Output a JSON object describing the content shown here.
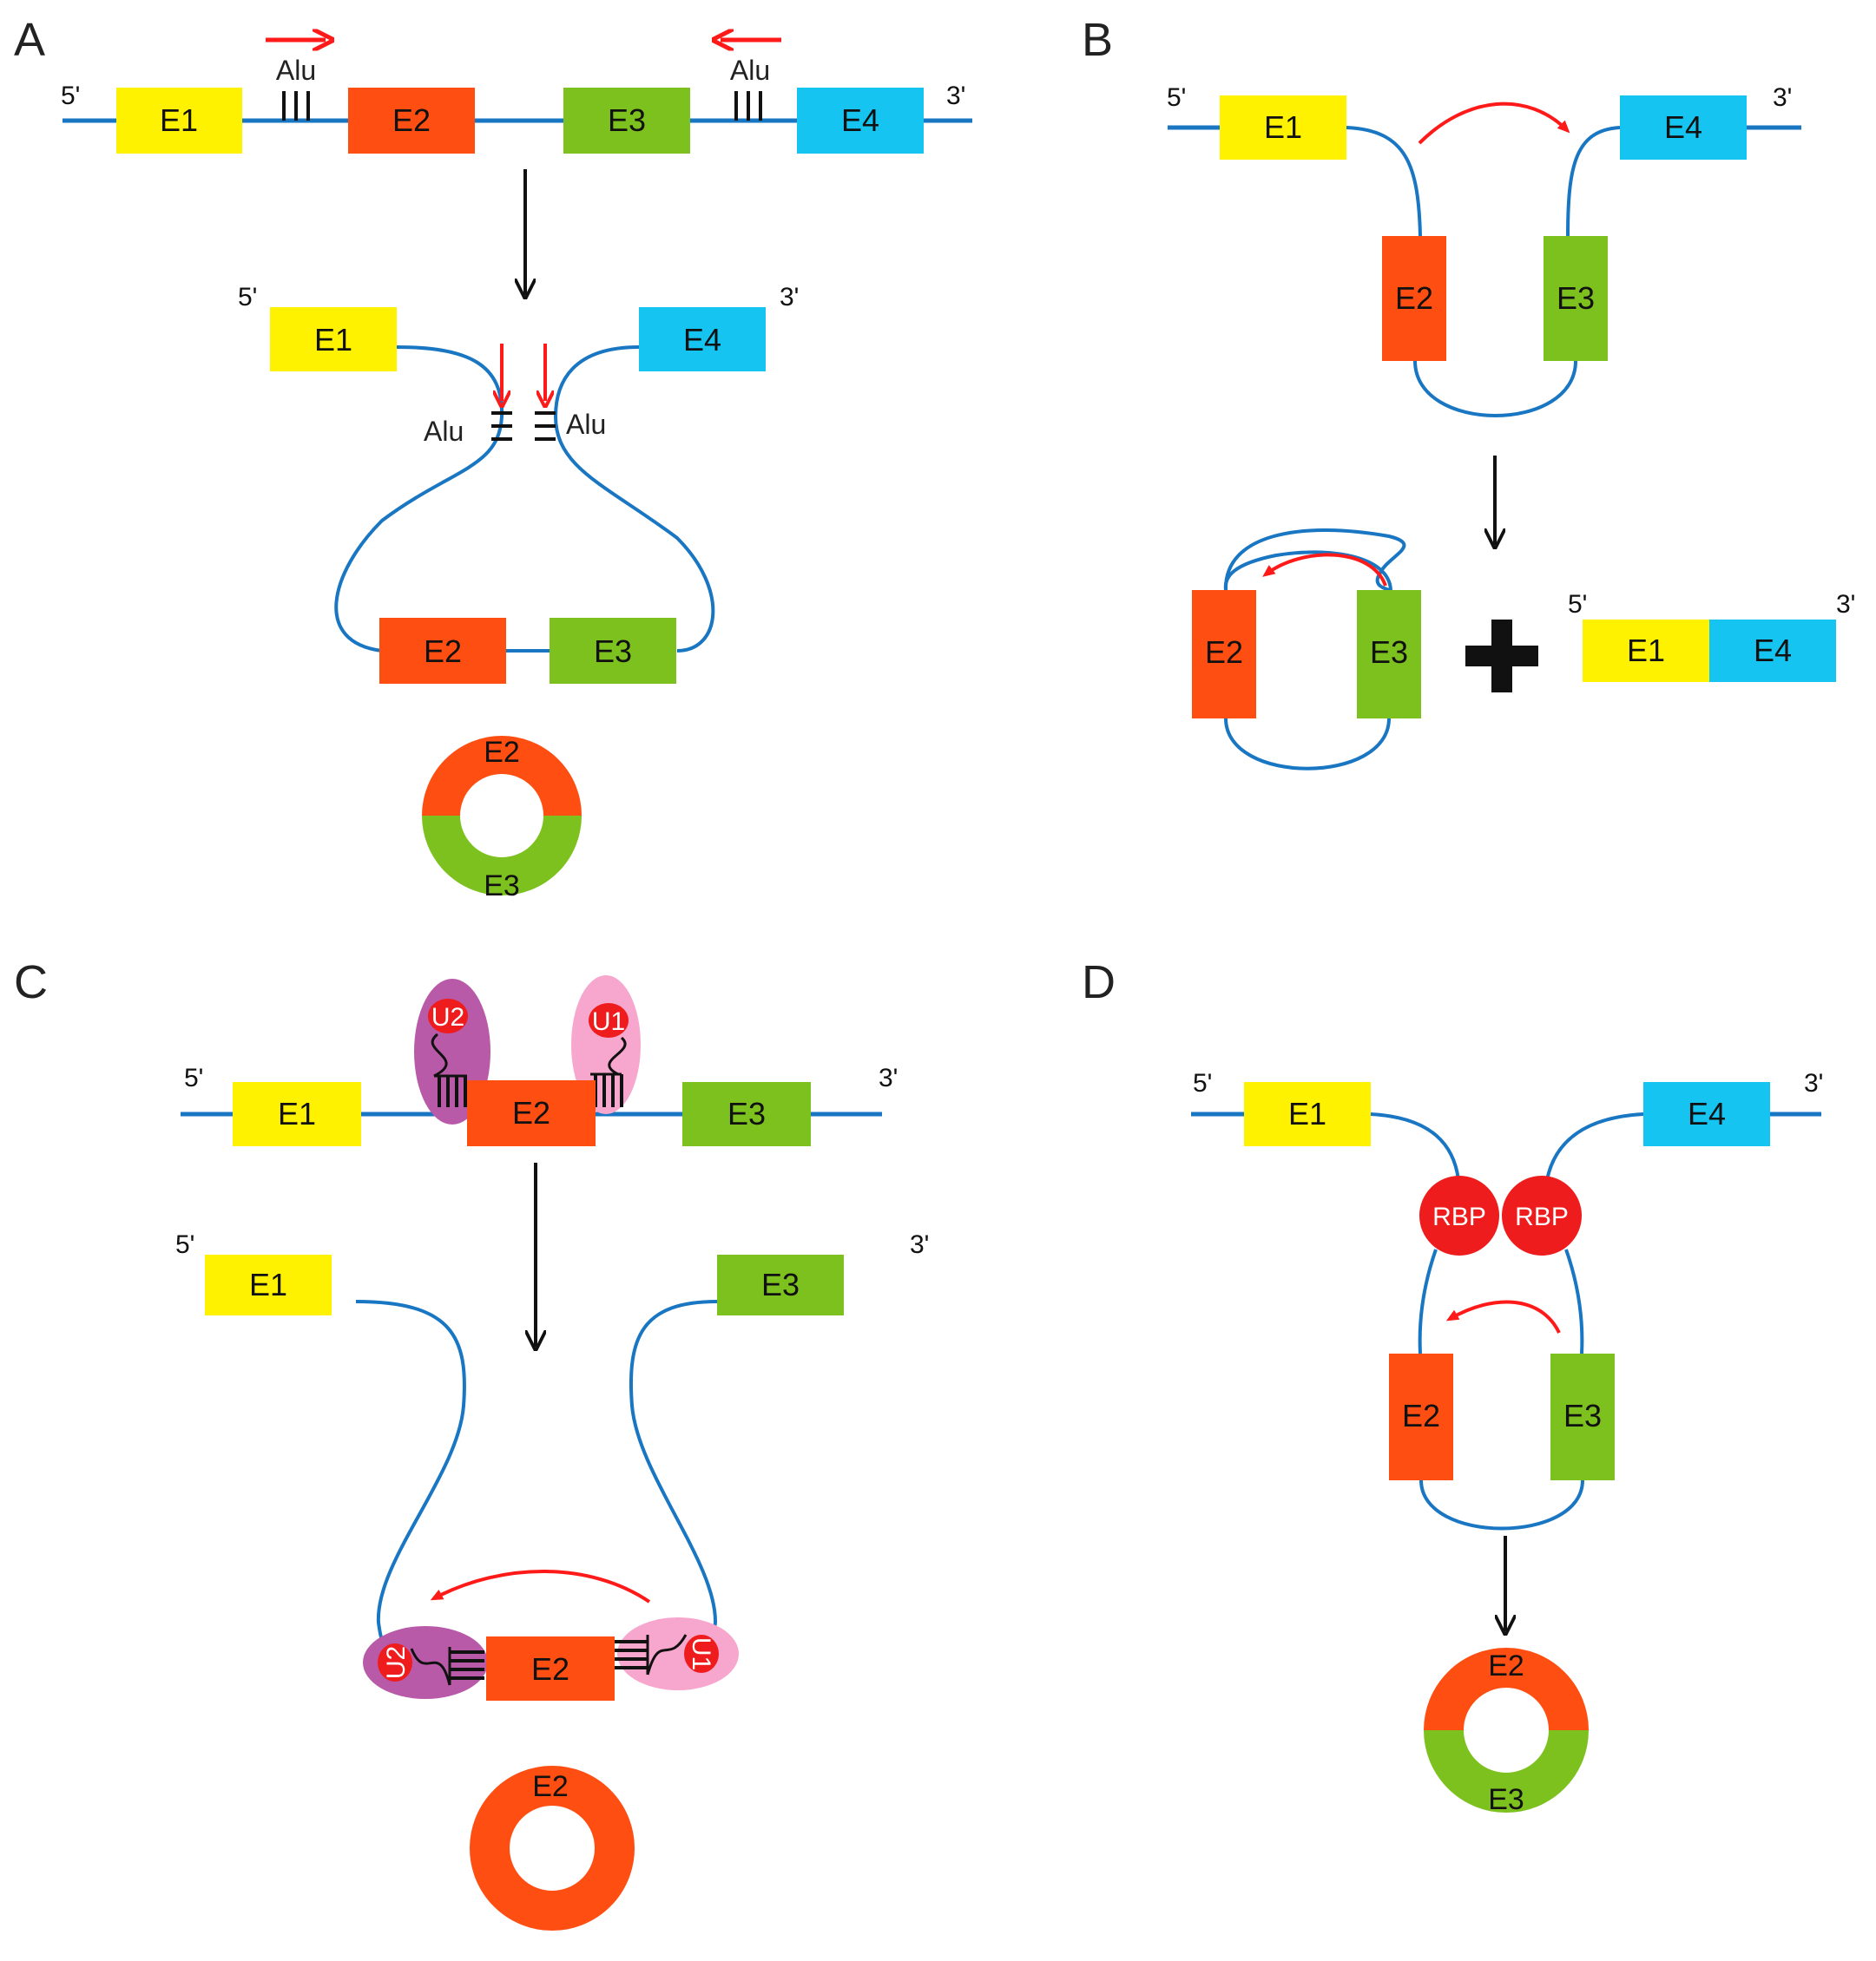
{
  "colors": {
    "E1": "#FFF200",
    "E2": "#FF4E12",
    "E3": "#7DC11F",
    "E4": "#16C4F1",
    "strand": "#1976C2",
    "arrow_red": "#FF1A1A",
    "arrow_black": "#111111",
    "U2": "#B85AA8",
    "U1": "#F7A6CD",
    "RBP": "#EE1C1C"
  },
  "labels": {
    "five_prime": "5'",
    "three_prime": "3'",
    "alu": "Alu",
    "e1": "E1",
    "e2": "E2",
    "e3": "E3",
    "e4": "E4",
    "u1": "U1",
    "u2": "U2",
    "rbp": "RBP",
    "plus": "+"
  },
  "panels": {
    "A": {
      "letter": "A"
    },
    "B": {
      "letter": "B"
    },
    "C": {
      "letter": "C"
    },
    "D": {
      "letter": "D"
    }
  }
}
